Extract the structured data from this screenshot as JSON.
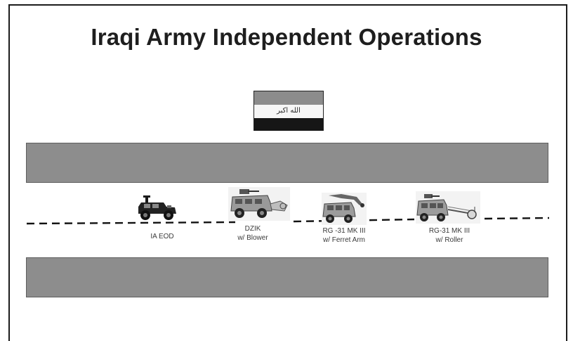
{
  "slide": {
    "title": "Iraqi Army Independent Operations",
    "flag": {
      "script_text": "الله اكبر",
      "colors": {
        "top": "#8c8c8c",
        "middle": "#f6f6f6",
        "bottom": "#161616"
      }
    },
    "barrier_color": "#8d8d8d",
    "vehicles": [
      {
        "id": "ia-eod",
        "line1": "IA EOD",
        "line2": "",
        "icon": "humvee-icon"
      },
      {
        "id": "dzik",
        "line1": "DZIK",
        "line2": "w/ Blower",
        "icon": "dzik-blower-icon"
      },
      {
        "id": "rg31-ferret",
        "line1": "RG -31 MK III",
        "line2": "w/ Ferret Arm",
        "icon": "rg31-ferret-arm-icon"
      },
      {
        "id": "rg31-roller",
        "line1": "RG-31 MK III",
        "line2": "w/ Roller",
        "icon": "rg31-roller-icon"
      }
    ]
  }
}
